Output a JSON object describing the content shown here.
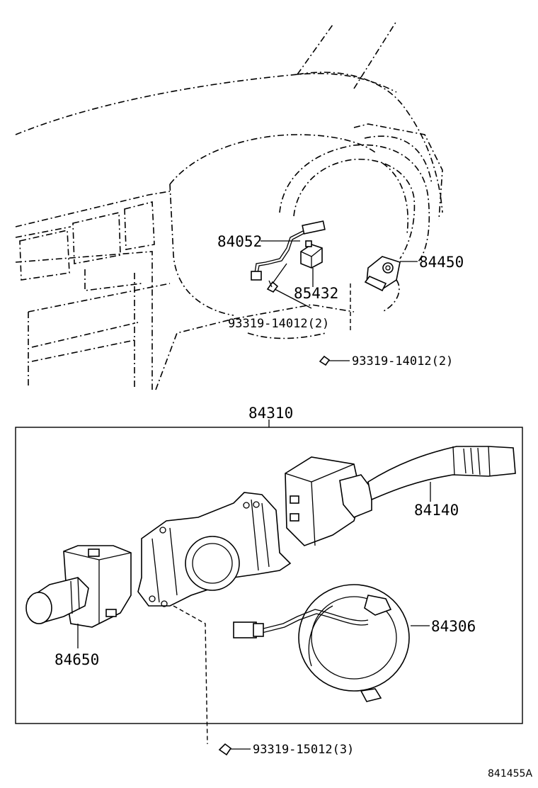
{
  "diagram": {
    "parts": {
      "p84052": "84052",
      "p85432": "85432",
      "p84450": "84450",
      "p93319_14012_a": "93319-14012(2)",
      "p93319_14012_b": "93319-14012(2)",
      "p84310": "84310",
      "p84140": "84140",
      "p84650": "84650",
      "p84306": "84306",
      "p93319_15012": "93319-15012(3)"
    },
    "figure_code": "841455A"
  }
}
